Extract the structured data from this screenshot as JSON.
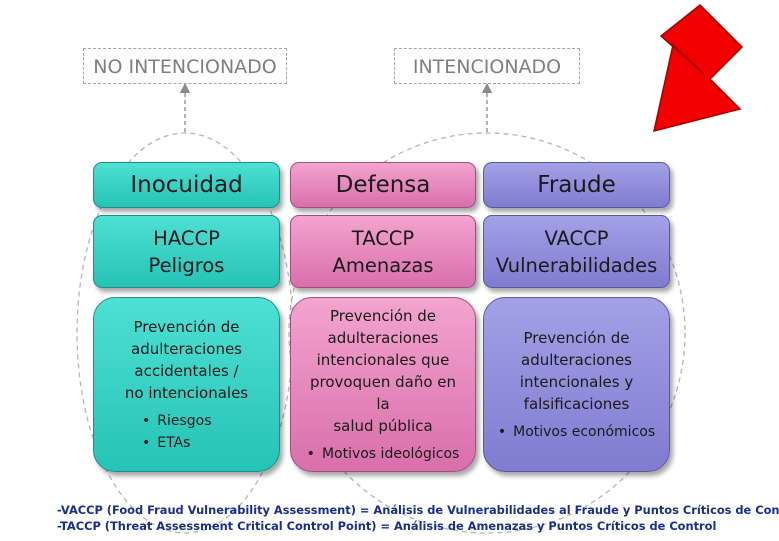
{
  "labels": {
    "non_intentional": "NO INTENCIONADO",
    "intentional": "INTENCIONADO"
  },
  "columns": [
    {
      "title": "Inocuidad",
      "system": "HACCP",
      "focus": "Peligros",
      "description_lines": [
        "Prevención de",
        "adulteraciones",
        "accidentales /",
        "no intencionales"
      ],
      "bullets": [
        "Riesgos",
        "ETAs"
      ],
      "color": "#2ecabd"
    },
    {
      "title": "Defensa",
      "system": "TACCP",
      "focus": "Amenazas",
      "description_lines": [
        "Prevención de",
        "adulteraciones",
        "intencionales que",
        "provoquen daño en la",
        "salud pública"
      ],
      "bullets": [
        "Motivos ideológicos"
      ],
      "color": "#e07fb6"
    },
    {
      "title": "Fraude",
      "system": "VACCP",
      "focus": "Vulnerabilidades",
      "description_lines": [
        "Prevención de",
        "adulteraciones",
        "intencionales y",
        "falsificaciones"
      ],
      "bullets": [
        "Motivos económicos"
      ],
      "color": "#8c89d8"
    }
  ],
  "footnotes": [
    "-VACCP (Food Fraud Vulnerability Assessment) = Análisis  de Vulnerabilidades al Fraude y Puntos Críticos de Control",
    "-TACCP (Threat Assessment Critical Control Point) = Análisis de Amenazas y Puntos Críticos de Control"
  ],
  "arrow_color": "#ff0000"
}
